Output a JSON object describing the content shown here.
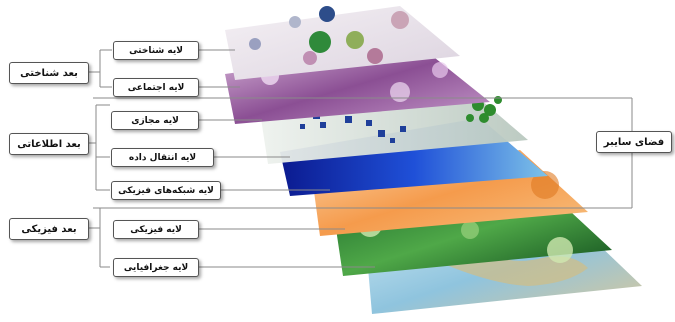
{
  "dimensions": {
    "cognitive": "بعد شناختی",
    "information": "بعد اطلاعاتی",
    "physical": "بعد فیزیکی"
  },
  "layers": {
    "cognitive_layer": "لایه شناختی",
    "social_layer": "لایه اجتماعی",
    "virtual_layer": "لایه مجازی",
    "data_transfer_layer": "لایه انتقال داده",
    "physical_network_layer": "لایه شبکه‌های فیزیکی",
    "physical_layer": "لایه فیزیکی",
    "geographic_layer": "لایه جغرافیایی"
  },
  "cyberspace": "فضای سایبر"
}
